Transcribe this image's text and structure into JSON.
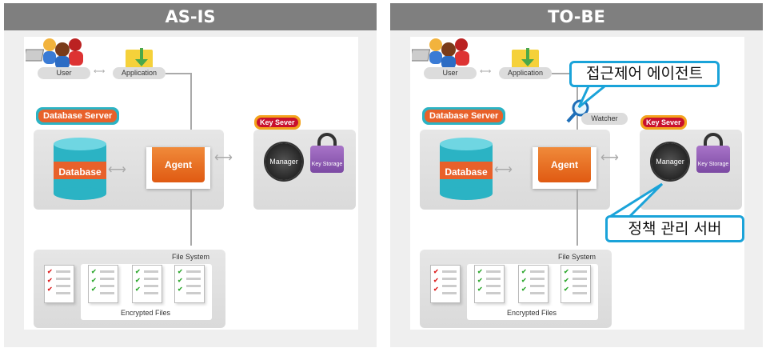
{
  "panels": [
    {
      "title": "AS-IS",
      "user": "User",
      "application": "Application",
      "db_server": "Database Server",
      "database": "Database",
      "agent": "Agent",
      "key_server": "Key Sever",
      "manager": "Manager",
      "key_storage": "Key Storage",
      "file_system": "File System",
      "encrypted_files": "Encrypted Files"
    },
    {
      "title": "TO-BE",
      "user": "User",
      "application": "Application",
      "db_server": "Database Server",
      "database": "Database",
      "agent": "Agent",
      "key_server": "Key Sever",
      "manager": "Manager",
      "key_storage": "Key Storage",
      "file_system": "File System",
      "encrypted_files": "Encrypted Files",
      "watcher": "Watcher",
      "callout_agent": "접근제어 에이전트",
      "callout_server": "정책 관리 서버"
    }
  ],
  "colors": {
    "header": "#7f7f7f",
    "teal": "#2bb3c4",
    "orange": "#e8612a",
    "callout": "#1aa3d9"
  }
}
